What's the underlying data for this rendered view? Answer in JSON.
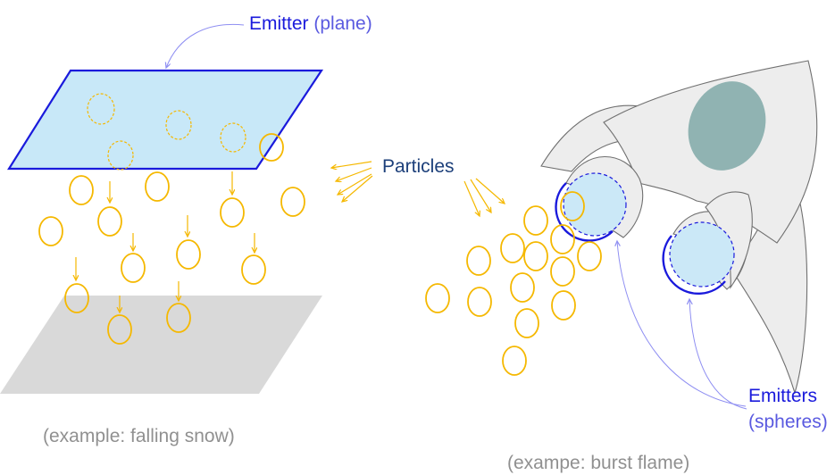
{
  "labels": {
    "emitter_plane_word": "Emitter",
    "emitter_plane_qualifier": "(plane)",
    "particles": "Particles",
    "emitters_spheres_word": "Emitters",
    "emitters_spheres_qualifier": "(spheres)",
    "caption_left": "(example: falling snow)",
    "caption_right": "(exampe: burst flame)"
  },
  "colors": {
    "emitter_blue": "#1a1adc",
    "emitter_fill": "#c8e8f8",
    "particle_orange": "#f5b800",
    "ground_gray": "#d9d9d9",
    "rocket_gray": "#ededed",
    "window_teal": "#90b3b2",
    "callout_line": "#8f8ff2"
  }
}
